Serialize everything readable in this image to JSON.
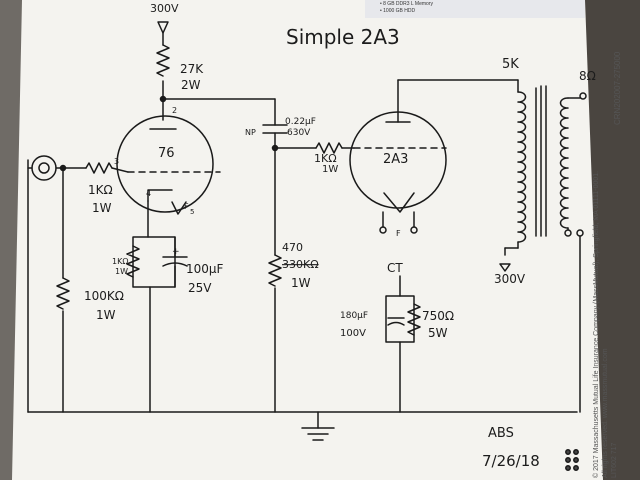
{
  "title": "Simple 2A3",
  "supply": {
    "top": "300V",
    "transformer": "300V"
  },
  "r_plate": {
    "value": "27K",
    "power": "2W"
  },
  "pins": {
    "plate": "2",
    "grid": "3",
    "cathode": "4",
    "fil_left": "F",
    "fil_right": "F",
    "fil_sub": "5"
  },
  "tube_driver": "76",
  "tube_output": "2A3",
  "r_grid_input": {
    "value": "1KΩ",
    "power": "1W"
  },
  "r_cathode": {
    "value": "1KΩ",
    "power": "1W"
  },
  "c_cathode": {
    "plus": "+",
    "value": "100μF",
    "voltage": "25V"
  },
  "r_input_shunt": {
    "value": "100KΩ",
    "power": "1W"
  },
  "c_coupling": {
    "value": "0.22μF",
    "voltage": "630V",
    "tag": "NP"
  },
  "r_grid_stopper": {
    "value": "1KΩ",
    "power": "1W"
  },
  "r_grid_leak": {
    "new_value": "470",
    "old_value": "330KΩ",
    "power": "1W"
  },
  "ct_label": "CT",
  "c_ct": {
    "value": "180μF",
    "voltage": "100V"
  },
  "r_ct": {
    "value": "750Ω",
    "power": "5W"
  },
  "output": {
    "primary": "5K",
    "secondary": "8Ω"
  },
  "signature": {
    "initials": "ABS",
    "date": "7/26/18"
  },
  "margin": {
    "form_code": "CRN202007-275000",
    "copyright": "© 2017 Massachusetts Mutual Life Insurance Company (MassMutual), Springfield, MA 01111-0001.",
    "rights": "All rights reserved. www.massmutual.com",
    "form_no": "LIT602  717"
  },
  "top_strip": {
    "line1": "• 8 GB DDR3 L Memory",
    "line2": "• 1000 GB HDD"
  }
}
